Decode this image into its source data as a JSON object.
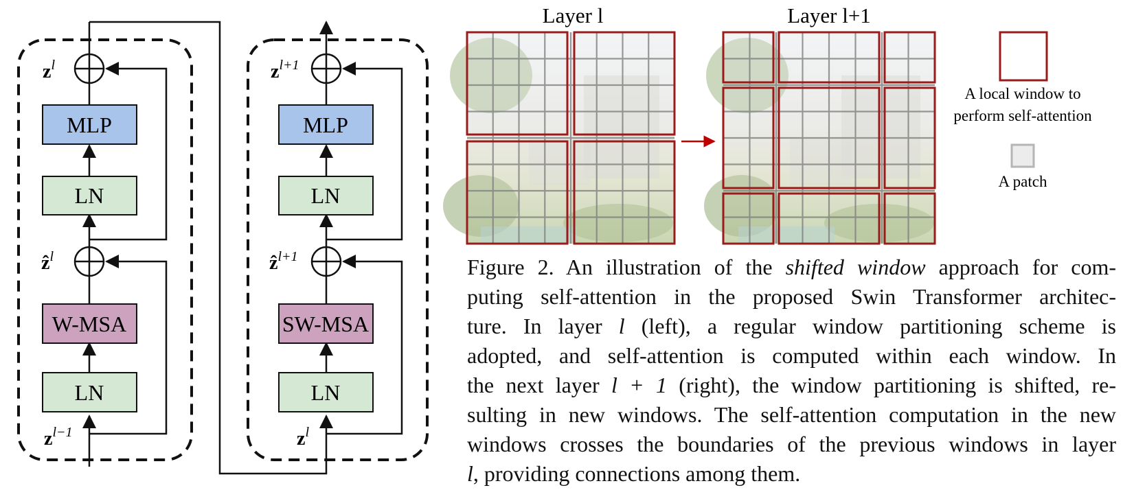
{
  "blocks": {
    "left": {
      "mlp": "MLP",
      "ln_top": "LN",
      "attn": "W-MSA",
      "ln_bottom": "LN",
      "out_var": "z",
      "out_sup": "l",
      "mid_var": "ẑ",
      "mid_sup": "l",
      "in_var": "z",
      "in_sup": "l−1"
    },
    "right": {
      "mlp": "MLP",
      "ln_top": "LN",
      "attn": "SW-MSA",
      "ln_bottom": "LN",
      "out_var": "z",
      "out_sup": "l+1",
      "mid_var": "ẑ",
      "mid_sup": "l+1",
      "in_var": "z",
      "in_sup": "l"
    }
  },
  "colors": {
    "mlp_fill": "#a9c4eb",
    "ln_fill": "#d5e8d4",
    "attn_fill": "#cda2be",
    "window_border": "#9a1b1b",
    "arrow_red": "#c00000",
    "patch_border": "#b5b5b5"
  },
  "illustration": {
    "layer_l_title": "Layer l",
    "layer_l1_title": "Layer l+1",
    "legend_window_label_1": "A local window to",
    "legend_window_label_2": "perform self-attention",
    "legend_patch_label": "A patch"
  },
  "caption": {
    "line1_a": "Figure 2. An illustration of the ",
    "line1_em": "shifted window",
    "line1_b": " approach for com-",
    "line2": "puting self-attention in the proposed Swin Transformer architec-",
    "line3_a": "ture.  In layer ",
    "line3_em": "l",
    "line3_b": " (left), a regular window partitioning scheme is",
    "line4": "adopted, and self-attention is computed within each window.  In",
    "line5_a": "the next layer ",
    "line5_em": "l + 1",
    "line5_b": " (right), the window partitioning is shifted, re-",
    "line6": "sulting in new windows. The self-attention computation in the new",
    "line7": "windows crosses the boundaries of the previous windows in layer",
    "line8_em": "l",
    "line8_b": ", providing connections among them."
  }
}
